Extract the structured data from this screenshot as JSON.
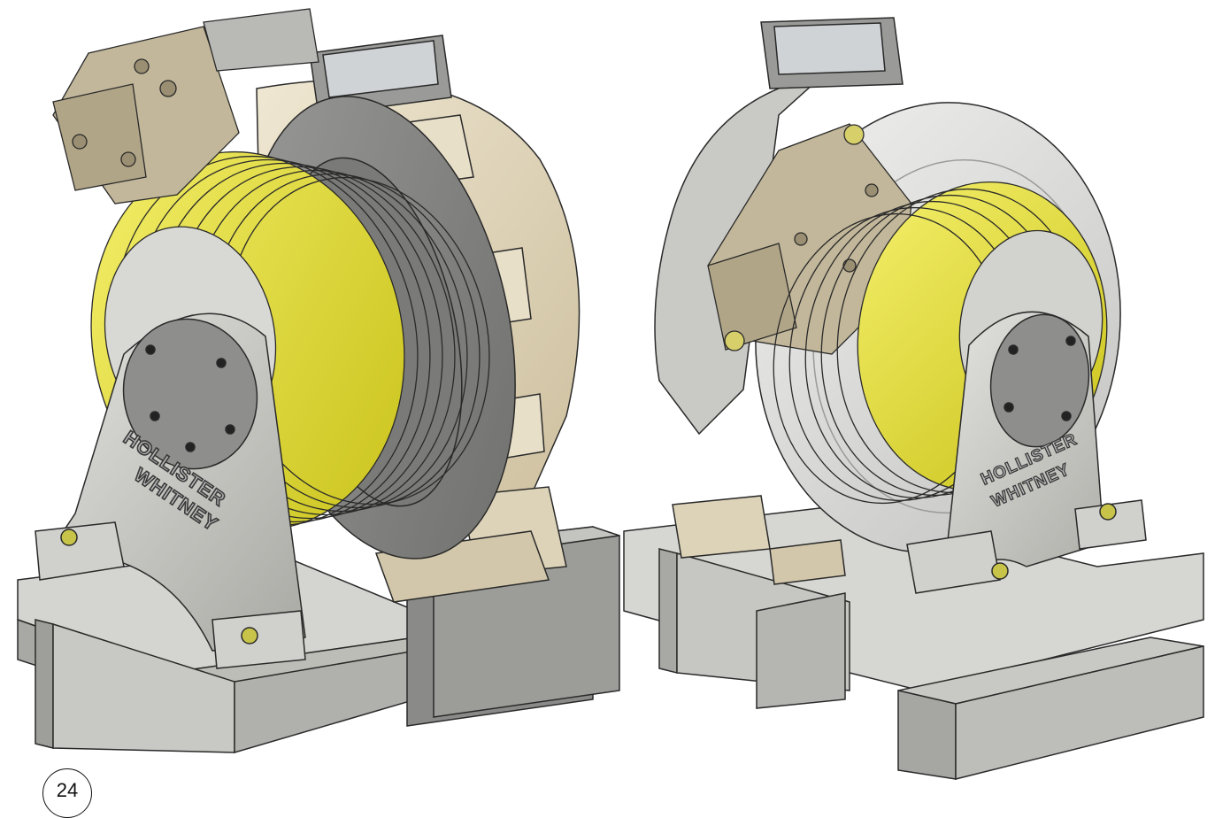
{
  "page_number": "24",
  "left_view": {
    "brand_line1": "HOLLISTER",
    "brand_line2": "WHITNEY"
  },
  "right_view": {
    "brand_line1": "HOLLISTER",
    "brand_line2": "WHITNEY"
  },
  "colors": {
    "sheave_yellow": "#e8e233",
    "sheave_yellow_dark": "#c9c21a",
    "motor_beige": "#e6dcc3",
    "motor_beige_dark": "#cfc3a5",
    "pedestal_gray": "#cdcdc8",
    "brake_disc_gray": "#8a8a88",
    "base_gray": "#bdbdb8",
    "outline": "#2a2a2a"
  }
}
